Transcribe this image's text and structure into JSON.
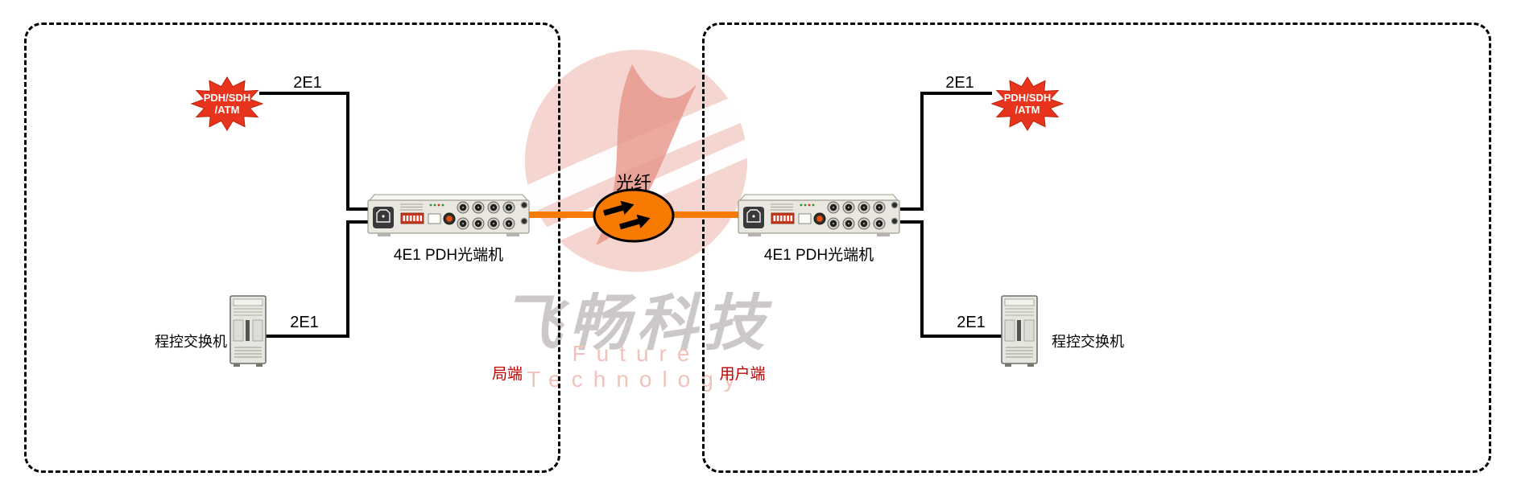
{
  "watermark": {
    "brand": "飞畅科技",
    "subtitle": "Future Technology"
  },
  "fiber": {
    "label": "光纤"
  },
  "left": {
    "region_label": "局端",
    "burst_line1": "PDH/SDH",
    "burst_line2": "/ATM",
    "top_link_label": "2E1",
    "bottom_link_label": "2E1",
    "device_label": "4E1 PDH光端机",
    "switch_label": "程控交换机"
  },
  "right": {
    "region_label": "用户端",
    "burst_line1": "PDH/SDH",
    "burst_line2": "/ATM",
    "top_link_label": "2E1",
    "bottom_link_label": "2E1",
    "device_label": "4E1 PDH光端机",
    "switch_label": "程控交换机"
  },
  "colors": {
    "burst_red": "#e8341c",
    "fiber_orange": "#f87a00",
    "region_label_red": "#c00000",
    "line_black": "#000000",
    "watermark_pink": "#efb9af",
    "watermark_gray": "#c7c3c1"
  }
}
